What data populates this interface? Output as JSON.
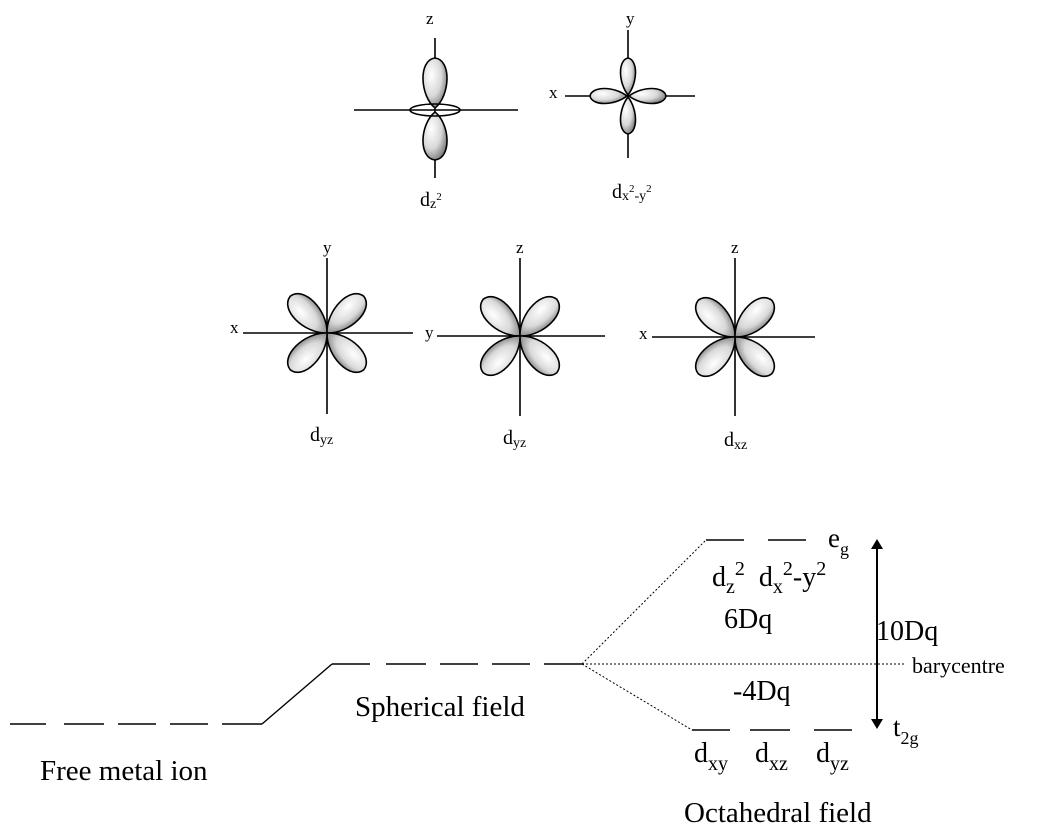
{
  "orbitals": {
    "dz2": {
      "axis_label": "z",
      "name_main": "d",
      "name_sub": "z",
      "name_sup": "2"
    },
    "dx2y2": {
      "axis_top": "y",
      "axis_left": "x",
      "name_main": "d",
      "name_sub1": "x",
      "name_sup1": "2",
      "name_sub_mid": "-y",
      "name_sup2": "2"
    },
    "cloverleaf": [
      {
        "axis_top": "y",
        "axis_left": "x",
        "name_main": "d",
        "name_sub": "yz"
      },
      {
        "axis_top": "z",
        "axis_left": "y",
        "name_main": "d",
        "name_sub": "yz"
      },
      {
        "axis_top": "z",
        "axis_left": "x",
        "name_main": "d",
        "name_sub": "xz"
      }
    ]
  },
  "energy_diagram": {
    "free_ion_label": "Free metal ion",
    "spherical_label": "Spherical field",
    "octahedral_label": "Octahedral field",
    "barycentre_label": "barycentre",
    "eg": {
      "main": "e",
      "sub": "g"
    },
    "t2g": {
      "main": "t",
      "sub": "2g"
    },
    "eg_orbitals": {
      "d1_main": "d",
      "d1_sub": "z",
      "d1_sup": "2",
      "d2_main": "d",
      "d2_sub": "x",
      "d2_sup": "2",
      "d2_mid": "-y",
      "d2_sup2": "2"
    },
    "t2g_orbitals": [
      {
        "main": "d",
        "sub": "xy"
      },
      {
        "main": "d",
        "sub": "xz"
      },
      {
        "main": "d",
        "sub": "yz"
      }
    ],
    "eg_energy": "6Dq",
    "t2g_energy": "-4Dq",
    "splitting": "10Dq"
  }
}
